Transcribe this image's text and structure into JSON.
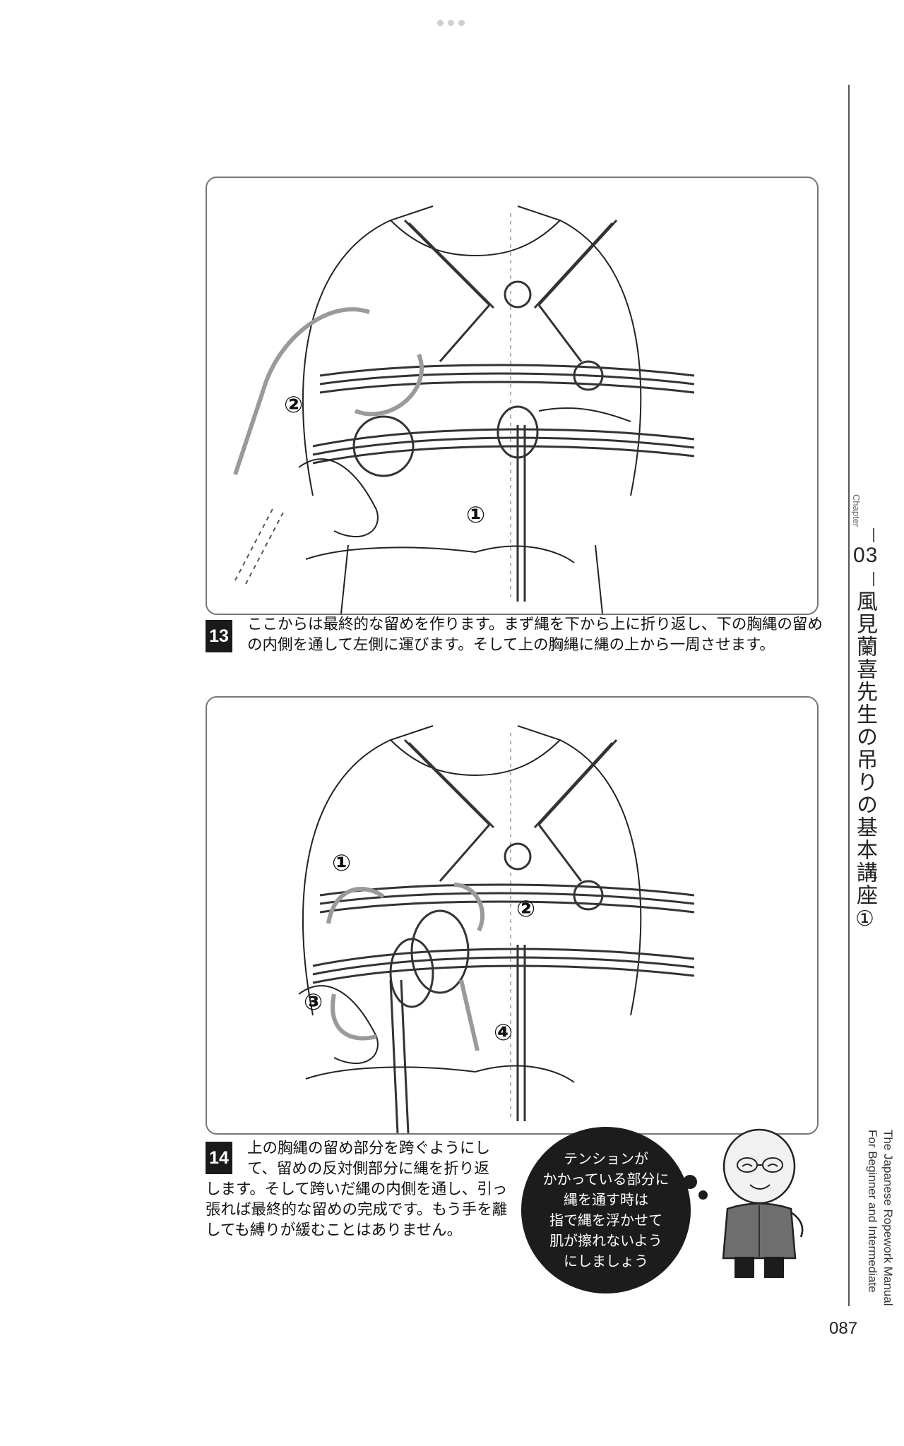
{
  "page": {
    "number": "087"
  },
  "sidebar": {
    "chapter_label": "Chapter",
    "chapter_number": "03",
    "title": "風見蘭喜先生の吊りの基本講座①",
    "english_line1": "The Japanese Ropework Manual",
    "english_line2": "For Beginner and Intermediate"
  },
  "step13": {
    "number": "13",
    "text": "ここからは最終的な留めを作ります。まず縄を下から上に折り返し、下の胸縄の留めの内側を通して左側に運びます。そして上の胸縄に縄の上から一周させます。",
    "markers": [
      "②",
      "①"
    ]
  },
  "step14": {
    "number": "14",
    "text_first": "上の胸縄の留め部分を跨ぐようにして、留めの反対側部分に縄を折り返",
    "text_rest": "します。そして跨いだ縄の内側を通し、引っ張れば最終的な留めの完成です。もう手を離しても縛りが緩むことはありません。",
    "markers": [
      "①",
      "②",
      "③",
      "④"
    ]
  },
  "tip_bubble": {
    "lines": [
      "テンションが",
      "かかっている部分に",
      "縄を通す時は",
      "指で縄を浮かせて",
      "肌が擦れないよう",
      "にしましょう"
    ]
  },
  "colors": {
    "text": "#111111",
    "arrow": "#9a9a9a",
    "bubble_bg": "#1c1c1c",
    "step_badge_bg": "#1a1a1a"
  }
}
